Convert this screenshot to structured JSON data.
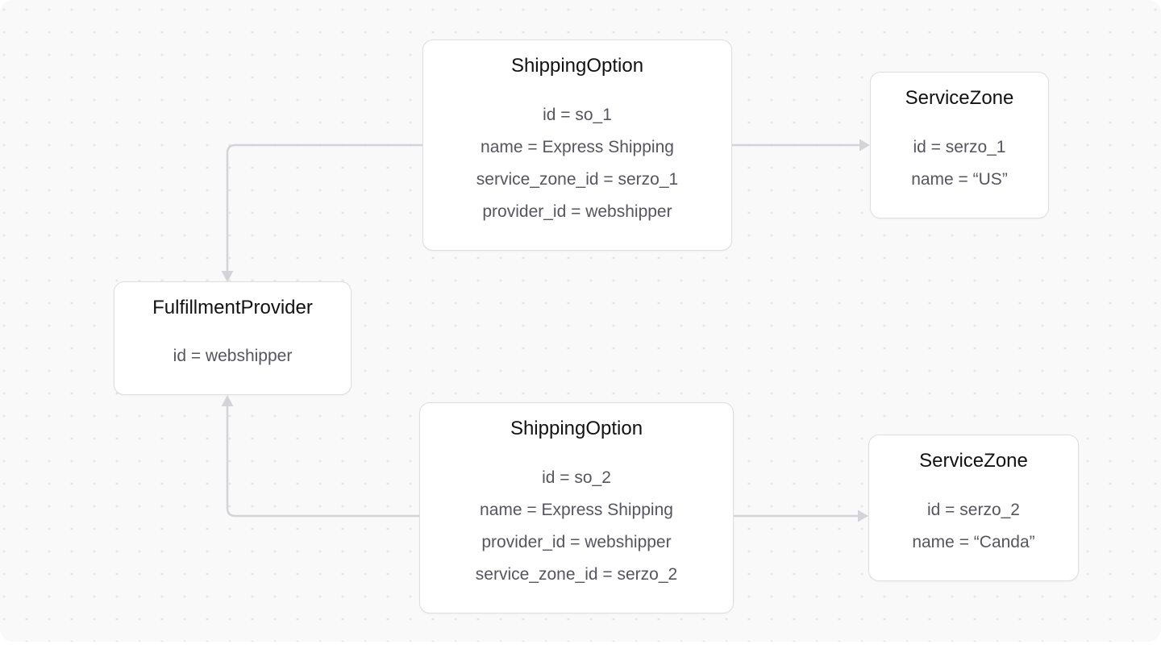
{
  "canvas": {
    "background_color": "#f9f9fa",
    "dot_color": "#e6e6e8",
    "edge_color": "#d3d3d8",
    "node_border_color": "#dededf",
    "node_background_color": "#ffffff",
    "title_color": "#121214",
    "field_color": "#55555f"
  },
  "nodes": {
    "shipping_option_1": {
      "title": "ShippingOption",
      "fields": [
        "id = so_1",
        "name = Express Shipping",
        "service_zone_id = serzo_1",
        "provider_id = webshipper"
      ]
    },
    "service_zone_1": {
      "title": "ServiceZone",
      "fields": [
        "id = serzo_1",
        "name = “US”"
      ]
    },
    "fulfillment_provider": {
      "title": "FulfillmentProvider",
      "fields": [
        "id = webshipper"
      ]
    },
    "shipping_option_2": {
      "title": "ShippingOption",
      "fields": [
        "id = so_2",
        "name = Express Shipping",
        "provider_id = webshipper",
        "service_zone_id = serzo_2"
      ]
    },
    "service_zone_2": {
      "title": "ServiceZone",
      "fields": [
        "id = serzo_2",
        "name = “Canda”"
      ]
    }
  },
  "edges": [
    {
      "name": "shipping-option-1-to-service-zone-1",
      "from": "shipping_option_1",
      "to": "service_zone_1",
      "shape": "straight"
    },
    {
      "name": "shipping-option-1-to-fulfillment-provider",
      "from": "shipping_option_1",
      "to": "fulfillment_provider",
      "shape": "elbow"
    },
    {
      "name": "shipping-option-2-to-service-zone-2",
      "from": "shipping_option_2",
      "to": "service_zone_2",
      "shape": "straight"
    },
    {
      "name": "shipping-option-2-to-fulfillment-provider",
      "from": "shipping_option_2",
      "to": "fulfillment_provider",
      "shape": "elbow"
    }
  ]
}
